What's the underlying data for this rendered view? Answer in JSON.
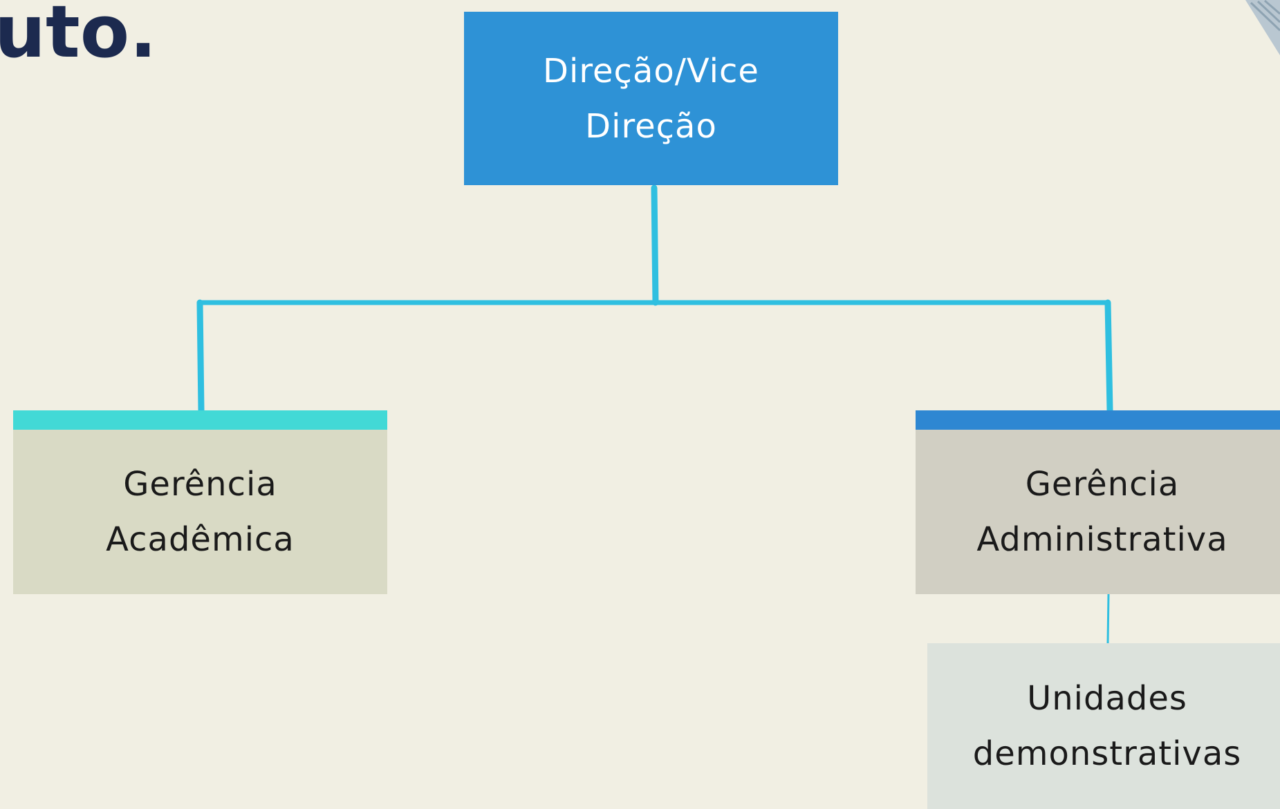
{
  "header": {
    "title_fragment": "uto."
  },
  "colors": {
    "background": "#f1efe3",
    "connector": "#2fbfe0",
    "top_box": "#2e92d6",
    "academic_accent": "#42d9d6",
    "admin_accent": "#2e87d2"
  },
  "org_chart": {
    "root": {
      "label": "Direção/Vice\nDireção"
    },
    "academic": {
      "label": "Gerência\nAcadêmica"
    },
    "administrative": {
      "label": "Gerência\nAdministrativa"
    },
    "units": {
      "label": "Unidades\ndemonstrativas"
    }
  }
}
